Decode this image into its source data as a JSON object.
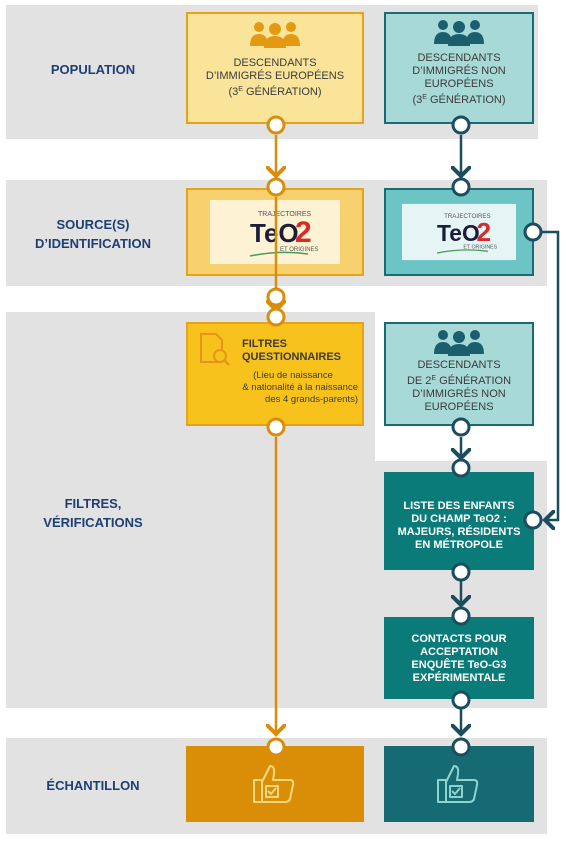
{
  "rows": {
    "population": "POPULATION",
    "source_line1": "SOURCE(S)",
    "source_line2": "D’IDENTIFICATION",
    "filters_line1": "FILTRES,",
    "filters_line2": "VÉRIFICATIONS",
    "sample": "ÉCHANTILLON"
  },
  "european": {
    "title_l1": "DESCENDANTS",
    "title_l2": "D’IMMIGRÉS EUROPÉENS",
    "title_l3_pre": "(3",
    "title_l3_sup": "E",
    "title_l3_post": " GÉNÉRATION)",
    "filter_title_l1": "FILTRES",
    "filter_title_l2": "QUESTIONNAIRES",
    "filter_note_l1": "(Lieu de naissance",
    "filter_note_l2": "& nationalité à la naissance",
    "filter_note_l3": "des 4 grands-parents)"
  },
  "non_european": {
    "title_l1": "DESCENDANTS",
    "title_l2": "D’IMMIGRÉS NON",
    "title_l3": "EUROPÉENS",
    "title_l4_pre": "(3",
    "title_l4_sup": "E",
    "title_l4_post": " GÉNÉRATION)",
    "second_gen_l1": "DESCENDANTS",
    "second_gen_l2_pre": "DE 2",
    "second_gen_l2_sup": "E",
    "second_gen_l2_post": " GÉNÉRATION",
    "second_gen_l3": "D’IMMIGRÉS NON",
    "second_gen_l4": "EUROPÉENS",
    "list_l1": "LISTE DES ENFANTS",
    "list_l2": "DU CHAMP TeO2 :",
    "list_l3": "MAJEURS, RÉSIDENTS",
    "list_l4": "EN MÉTROPOLE",
    "contacts_l1": "CONTACTS POUR",
    "contacts_l2": "ACCEPTATION",
    "contacts_l3": "ENQUÊTE TeO-G3",
    "contacts_l4": "EXPÉRIMENTALE"
  },
  "logo": {
    "top": "TRAJECTOIRES",
    "main": "TeO",
    "num": "2",
    "bottom": "ET ORIGINES"
  },
  "colors": {
    "band": "#e2e2e2",
    "label_blue": "#1e3f73",
    "orange_connector": "#d98e0b",
    "teal_connector": "#1b4d5e",
    "european_light": "#f9e49a",
    "european_mid": "#f6d16e",
    "european_filter": "#f8c21c",
    "european_sample": "#da8d07",
    "teal_light": "#a7d9d6",
    "teal_mid": "#6dc4c5",
    "teal_dark": "#0a7b78",
    "teal_sample": "#156a74"
  },
  "icons": [
    "people-group-icon",
    "document-search-icon",
    "thumbs-up-checkbox-icon",
    "teo2-logo"
  ]
}
